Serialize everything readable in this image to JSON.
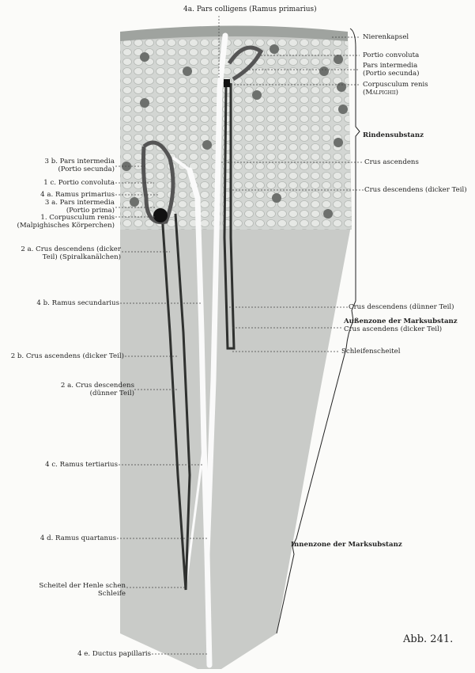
{
  "top_label": "4a. Pars colligens (Ramus primarius)",
  "right_labels": {
    "nierenkapsel": "Nierenkapsel",
    "portio_convoluta": "Portio convoluta",
    "pars_intermedia": "Pars intermedia",
    "portio_secunda": "(Portio secunda)",
    "corpusculum": "Corpusculum renis",
    "malpighii": "(Malpighii)",
    "rindensubstanz": "Rindensubstanz",
    "crus_ascendens": "Crus ascendens",
    "crus_desc_dicker": "Crus descendens (dicker Teil)",
    "crus_desc_duenner": "Crus descendens (dünner Teil)",
    "aussenzone": "Außenzone der Marksubstanz",
    "crus_asc_dicker": "Crus ascendens (dicker Teil)",
    "schleifenscheitel": "Schleifenscheitel",
    "innenzone": "Innenzone der Marksubstanz"
  },
  "left_labels": {
    "l3b_1": "3 b. Pars intermedia",
    "l3b_2": "(Portio secunda)",
    "l1c": "1 c. Portio convoluta",
    "l4a": "4 a. Ramus primarius",
    "l3a_1": "3 a. Pars intermedia",
    "l3a_2": "(Portio prima)",
    "l1_1": "1. Corpusculum renis",
    "l1_2": "(Malpighisches Körperchen)",
    "l2a_1": "2 a. Crus descendens (dicker",
    "l2a_2": "Teil) (Spiralkanälchen)",
    "l4b": "4 b. Ramus secundarius",
    "l2b": "2 b. Crus ascendens (dicker Teil)",
    "l2a2_1": "2 a. Crus descendens",
    "l2a2_2": "(dünner Teil)",
    "l4c": "4 c. Ramus tertiarius",
    "l4d": "4 d. Ramus quartanus",
    "scheitel_1": "Scheitel der Henle schen",
    "scheitel_2": "Schleife",
    "l4e": "4 e. Ductus papillaris"
  },
  "figure_number": "Abb. 241."
}
